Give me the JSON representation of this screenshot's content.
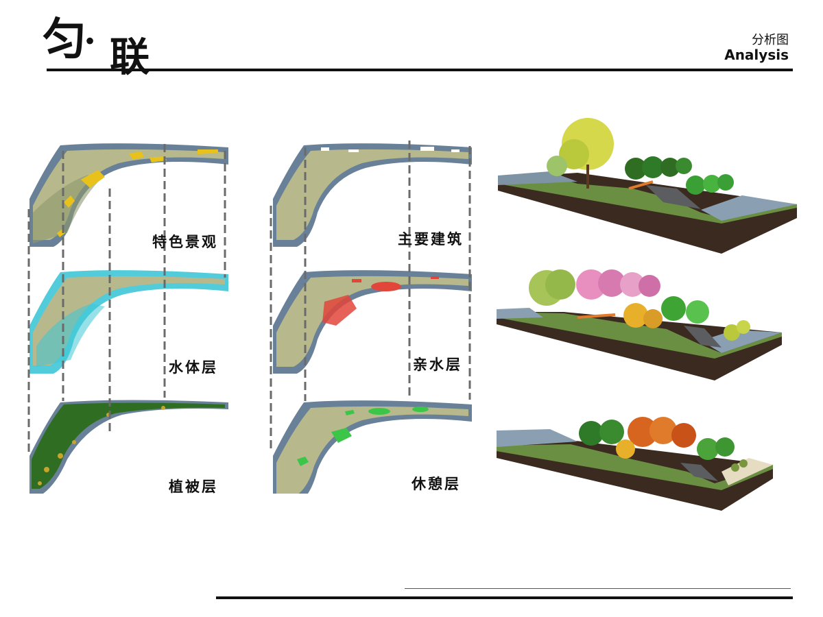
{
  "header": {
    "title_left": "匀",
    "title_dot": "·",
    "title_right": "联",
    "subtitle_cn": "分析图",
    "subtitle_en": "Analysis"
  },
  "layers": {
    "left_col": [
      "特色景观",
      "水体层",
      "植被层"
    ],
    "mid_col": [
      "主要建筑",
      "亲水层",
      "休憩层"
    ]
  },
  "colors": {
    "feature": "#e8c21a",
    "water": "#3fc6d6",
    "vegetation": "#2f6d22",
    "building": "#ffffff",
    "waterfront": "#e2453a",
    "rest": "#3bc64a",
    "river": "#4f6b86",
    "land": "#b7b98c"
  }
}
